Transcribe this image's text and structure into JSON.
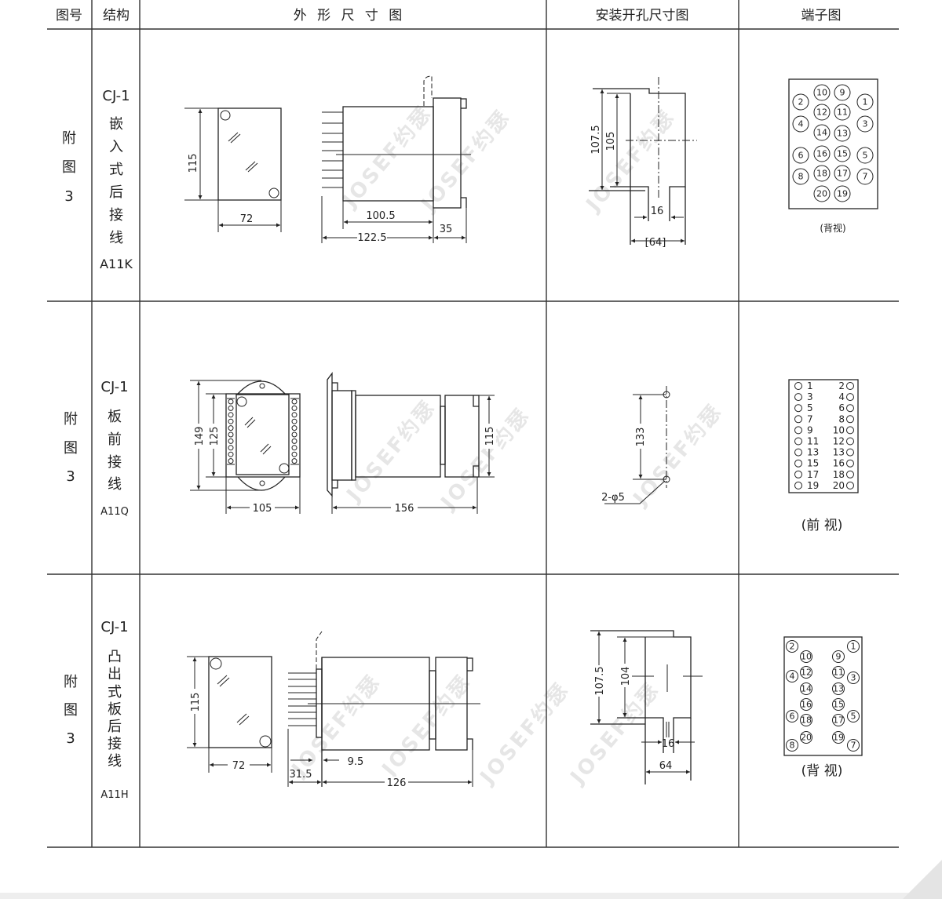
{
  "header": {
    "fig_no": "图号",
    "structure": "结构",
    "outline": "外 形 尺 寸 图",
    "cutout": "安装开孔尺寸图",
    "terminal": "端子图"
  },
  "watermark": "JOSEF约瑟",
  "rows": [
    {
      "fig": [
        "附",
        "图",
        "3"
      ],
      "model": "CJ-1",
      "structure_chars": [
        "嵌",
        "入",
        "式",
        "后",
        "接",
        "线"
      ],
      "code": "A11K",
      "outline_dims": {
        "height": "115",
        "width": "72",
        "body": "100.5",
        "total": "122.5",
        "front": "35"
      },
      "cutout_dims": {
        "outer": "107.5",
        "inner": "105",
        "gap": "16",
        "width": "[64]"
      },
      "terminal": {
        "labels": [
          "10",
          "9",
          "2",
          "1",
          "12",
          "11",
          "4",
          "3",
          "14",
          "13",
          "6",
          "16",
          "15",
          "5",
          "8",
          "18",
          "17",
          "7",
          "20",
          "19"
        ],
        "caption": "(背视)"
      }
    },
    {
      "fig": [
        "附",
        "图",
        "3"
      ],
      "model": "CJ-1",
      "structure_chars": [
        "板",
        "前",
        "接",
        "线"
      ],
      "code": "A11Q",
      "outline_dims": {
        "flange": "149",
        "height": "125",
        "width": "105",
        "depth": "156",
        "rear": "115"
      },
      "cutout_dims": {
        "spacing": "133",
        "holes": "2-φ5"
      },
      "terminal": {
        "left": [
          "1",
          "3",
          "5",
          "7",
          "9",
          "11",
          "13",
          "15",
          "17",
          "19"
        ],
        "right": [
          "2",
          "4",
          "6",
          "8",
          "10",
          "12",
          "13",
          "16",
          "18",
          "20"
        ],
        "caption": "(前 视)"
      }
    },
    {
      "fig": [
        "附",
        "图",
        "3"
      ],
      "model": "CJ-1",
      "structure_chars": [
        "凸",
        "出",
        "式",
        "板",
        "后",
        "接",
        "线"
      ],
      "code": "A11H",
      "outline_dims": {
        "height": "115",
        "width": "72",
        "offset": "9.5",
        "pins": "31.5",
        "depth": "126"
      },
      "cutout_dims": {
        "outer": "107.5",
        "inner": "104",
        "gap": "16",
        "width": "64"
      },
      "terminal": {
        "labels": [
          "2",
          "1",
          "10",
          "9",
          "4",
          "12",
          "11",
          "3",
          "14",
          "13",
          "16",
          "15",
          "6",
          "18",
          "17",
          "5",
          "20",
          "19",
          "8",
          "7"
        ],
        "caption": "(背 视)"
      }
    }
  ]
}
